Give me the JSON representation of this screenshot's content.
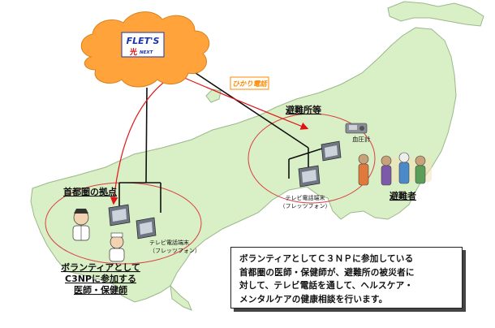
{
  "cloud": {
    "brand": "FLET'S",
    "sub_mark": "光",
    "sub_text": "NEXT"
  },
  "hikari_label": "ひかり電話",
  "shelter": {
    "title": "避難所等",
    "device_label": "血圧計",
    "terminal_label_1": "テレビ電話端末",
    "terminal_label_2": "（フレッツフォン）",
    "evacuees_label": "避難者"
  },
  "capital": {
    "title": "首都圏の拠点",
    "terminal_label_1": "テレビ電話端末",
    "terminal_label_2": "（フレッツフォン）",
    "volunteer_line_1": "ボランティアとして",
    "volunteer_line_2": "C3NPに参加する",
    "volunteer_line_3": "医師・保健師"
  },
  "description": {
    "lines": [
      "ボランティアとしてＣ３ＮＰに参加している",
      "首都圏の医師・保健師が、避難所の被災者に",
      "対して、テレビ電話を通して、ヘルスケア・",
      "メンタルケアの健康相談を行います。"
    ]
  },
  "colors": {
    "land": "#d9efc6",
    "cloud": "#ffa33a",
    "logo_blue": "#1a33a8",
    "arrow_red": "#e01414",
    "ellipse_red": "#d84040",
    "hikari_orange": "#ff8a00"
  }
}
